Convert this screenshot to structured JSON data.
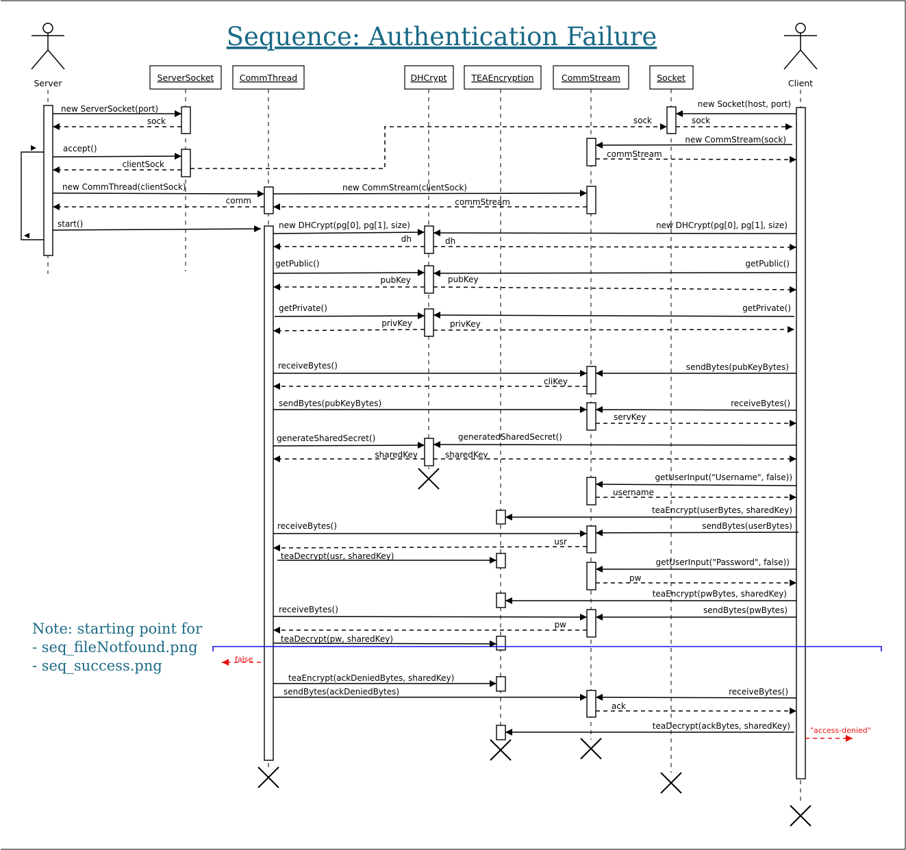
{
  "title": "Sequence: Authentication Failure",
  "colors": {
    "title": "#1b6a86",
    "note": "#1b6a86",
    "divider": "#1010e0",
    "result": "#e81010"
  },
  "actors": [
    {
      "id": "server",
      "label": "Server"
    },
    {
      "id": "client",
      "label": "Client"
    }
  ],
  "objects": [
    {
      "id": "serversocket",
      "label": "ServerSocket"
    },
    {
      "id": "commthread",
      "label": "CommThread"
    },
    {
      "id": "dhcrypt",
      "label": "DHCrypt"
    },
    {
      "id": "teaencryption",
      "label": "TEAEncryption"
    },
    {
      "id": "commstream",
      "label": "CommStream"
    },
    {
      "id": "socket",
      "label": "Socket"
    }
  ],
  "messages": [
    {
      "text": "new ServerSocket(port)",
      "type": "call"
    },
    {
      "text": "sock",
      "type": "return"
    },
    {
      "text": "new Socket(host, port)",
      "type": "call"
    },
    {
      "text": "sock",
      "type": "return"
    },
    {
      "text": "sock",
      "type": "return"
    },
    {
      "text": "accept()",
      "type": "call"
    },
    {
      "text": "clientSock",
      "type": "return"
    },
    {
      "text": "new CommStream(sock)",
      "type": "call"
    },
    {
      "text": "commStream",
      "type": "return"
    },
    {
      "text": "new CommThread(clientSock)",
      "type": "call"
    },
    {
      "text": "new CommStream(clientSock)",
      "type": "call"
    },
    {
      "text": "comm",
      "type": "return"
    },
    {
      "text": "commStream",
      "type": "return"
    },
    {
      "text": "start()",
      "type": "call"
    },
    {
      "text": "new DHCrypt(pg[0], pg[1], size)",
      "type": "call"
    },
    {
      "text": "new DHCrypt(pg[0], pg[1], size)",
      "type": "call"
    },
    {
      "text": "dh",
      "type": "return"
    },
    {
      "text": "dh",
      "type": "return"
    },
    {
      "text": "getPublic()",
      "type": "call"
    },
    {
      "text": "getPublic()",
      "type": "call"
    },
    {
      "text": "pubKey",
      "type": "return"
    },
    {
      "text": "pubKey",
      "type": "return"
    },
    {
      "text": "getPrivate()",
      "type": "call"
    },
    {
      "text": "getPrivate()",
      "type": "call"
    },
    {
      "text": "privKey",
      "type": "return"
    },
    {
      "text": "privKey",
      "type": "return"
    },
    {
      "text": "receiveBytes()",
      "type": "call"
    },
    {
      "text": "sendBytes(pubKeyBytes)",
      "type": "call"
    },
    {
      "text": "cliKey",
      "type": "return"
    },
    {
      "text": "sendBytes(pubKeyBytes)",
      "type": "call"
    },
    {
      "text": "receiveBytes()",
      "type": "call"
    },
    {
      "text": "servKey",
      "type": "return"
    },
    {
      "text": "generateSharedSecret()",
      "type": "call"
    },
    {
      "text": "generatedSharedSecret()",
      "type": "call"
    },
    {
      "text": "sharedKey",
      "type": "return"
    },
    {
      "text": "sharedKey",
      "type": "return"
    },
    {
      "text": "getUserInput(\"Username\", false))",
      "type": "call"
    },
    {
      "text": "username",
      "type": "return"
    },
    {
      "text": "teaEncrypt(userBytes, sharedKey)",
      "type": "call"
    },
    {
      "text": "receiveBytes()",
      "type": "call"
    },
    {
      "text": "sendBytes(userBytes)",
      "type": "call"
    },
    {
      "text": "usr",
      "type": "return"
    },
    {
      "text": "teaDecrypt(usr, sharedKey)",
      "type": "call"
    },
    {
      "text": "getUserInput(\"Password\", false))",
      "type": "call"
    },
    {
      "text": "pw",
      "type": "return"
    },
    {
      "text": "teaEncrypt(pwBytes, sharedKey)",
      "type": "call"
    },
    {
      "text": "receiveBytes()",
      "type": "call"
    },
    {
      "text": "sendBytes(pwBytes)",
      "type": "call"
    },
    {
      "text": "pw",
      "type": "return"
    },
    {
      "text": "teaDecrypt(pw, sharedKey)",
      "type": "call"
    },
    {
      "text": "false",
      "type": "result"
    },
    {
      "text": "teaEncrypt(ackDeniedBytes, sharedKey)",
      "type": "call"
    },
    {
      "text": "sendBytes(ackDeniedBytes)",
      "type": "call"
    },
    {
      "text": "receiveBytes()",
      "type": "call"
    },
    {
      "text": "ack",
      "type": "return"
    },
    {
      "text": "teaDecrypt(ackBytes, sharedKey)",
      "type": "call"
    },
    {
      "text": "\"access-denied\"",
      "type": "result"
    }
  ],
  "note": {
    "lines": [
      "Note: starting point for",
      "- seq_fileNotfound.png",
      "- seq_success.png"
    ]
  }
}
